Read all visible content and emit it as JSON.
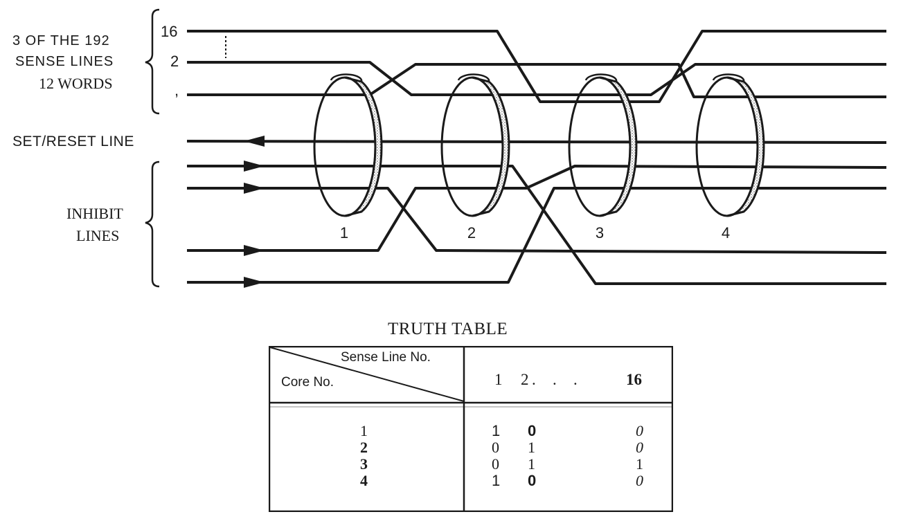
{
  "labels": {
    "sense_group_line1": "3 OF THE 192",
    "sense_group_line2": "SENSE LINES",
    "sense_group_line3": "12 WORDS",
    "sense_16": "16",
    "sense_2": "2",
    "sense_1": ",",
    "set_reset": "SET/RESET LINE",
    "inhibit_line1": "INHIBIT",
    "inhibit_line2": "LINES"
  },
  "cores": [
    "1",
    "2",
    "3",
    "4"
  ],
  "truth_table": {
    "title": "TRUTH TABLE",
    "header_sense": "Sense Line No.",
    "header_core": "Core No.",
    "columns": [
      "1",
      "2",
      ".",
      ".",
      ".",
      "16"
    ],
    "rows": [
      {
        "core": "1",
        "v1": "1",
        "v2": "0",
        "v16": "0"
      },
      {
        "core": "2",
        "v1": "0",
        "v2": "1",
        "v16": "0"
      },
      {
        "core": "3",
        "v1": "0",
        "v2": "1",
        "v16": "1"
      },
      {
        "core": "4",
        "v1": "1",
        "v2": "0",
        "v16": "0"
      }
    ]
  },
  "colors": {
    "ink": "#1a1a1a",
    "background": "#ffffff"
  }
}
